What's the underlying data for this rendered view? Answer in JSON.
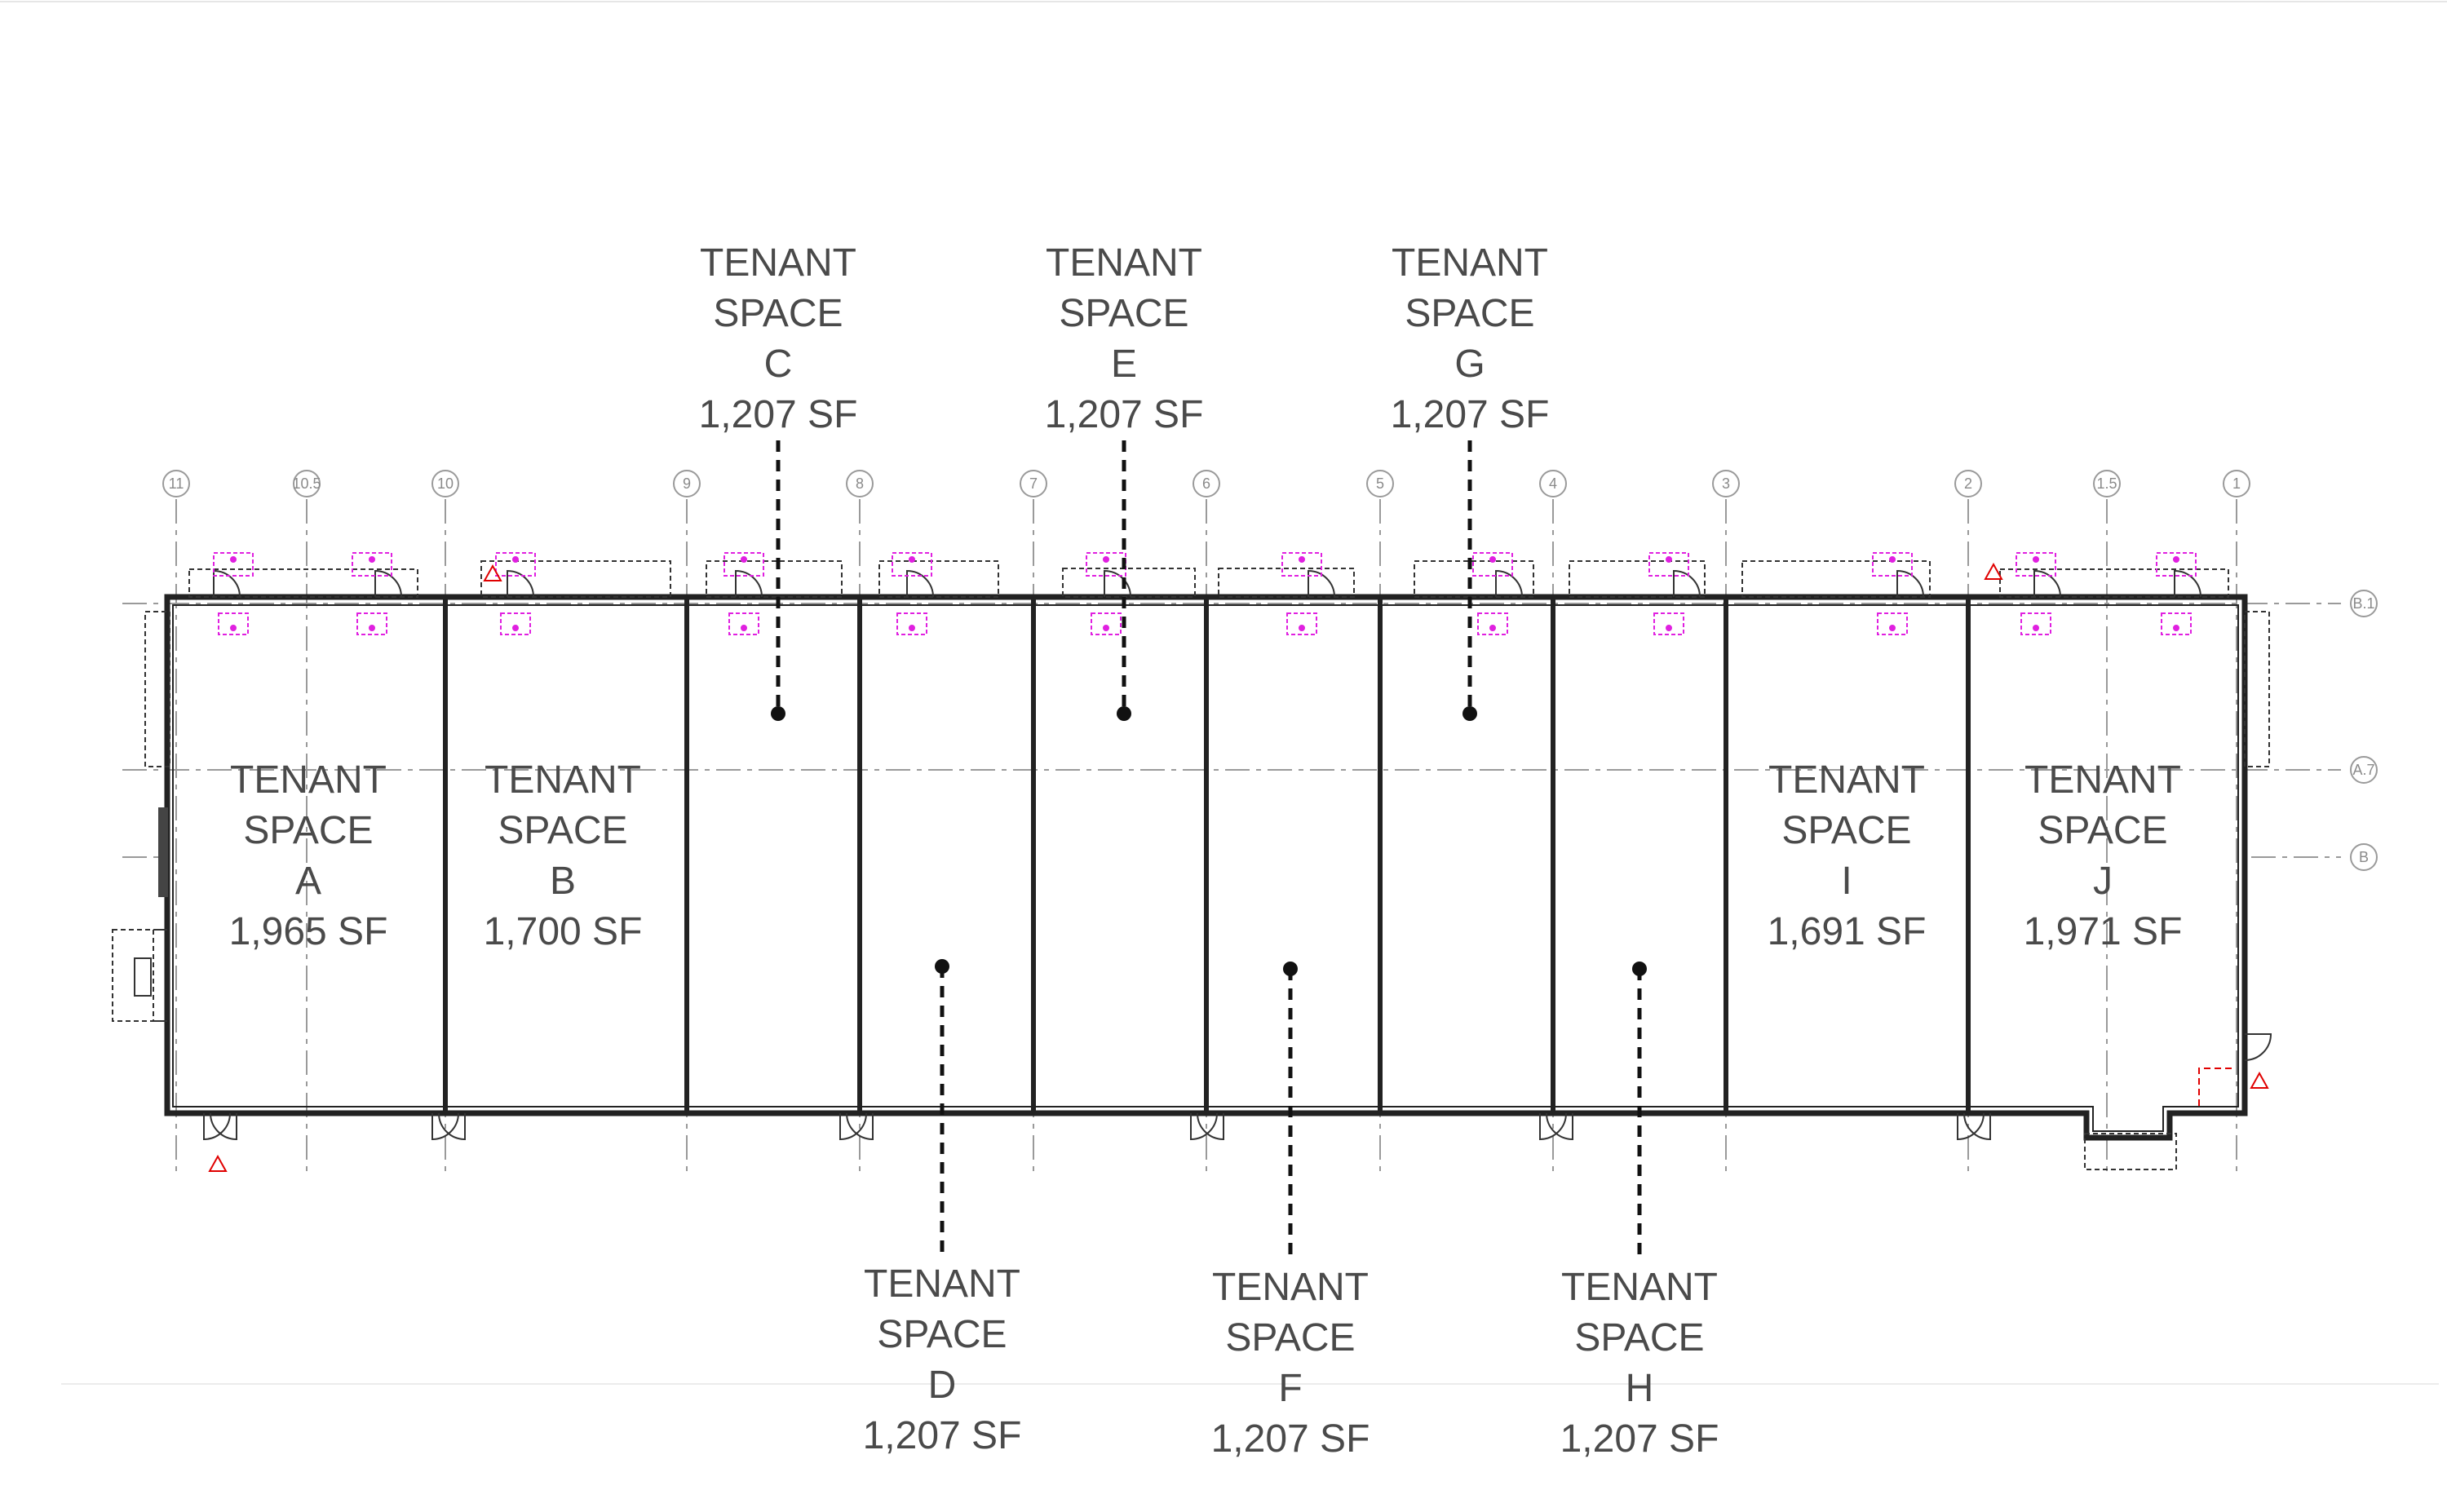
{
  "tenants": [
    {
      "id": "A",
      "l1": "TENANT",
      "l2": "SPACE",
      "l3": "A",
      "l4": "1,965 SF"
    },
    {
      "id": "B",
      "l1": "TENANT",
      "l2": "SPACE",
      "l3": "B",
      "l4": "1,700 SF"
    },
    {
      "id": "C",
      "l1": "TENANT",
      "l2": "SPACE",
      "l3": "C",
      "l4": "1,207 SF"
    },
    {
      "id": "D",
      "l1": "TENANT",
      "l2": "SPACE",
      "l3": "D",
      "l4": "1,207 SF"
    },
    {
      "id": "E",
      "l1": "TENANT",
      "l2": "SPACE",
      "l3": "E",
      "l4": "1,207 SF"
    },
    {
      "id": "F",
      "l1": "TENANT",
      "l2": "SPACE",
      "l3": "F",
      "l4": "1,207 SF"
    },
    {
      "id": "G",
      "l1": "TENANT",
      "l2": "SPACE",
      "l3": "G",
      "l4": "1,207 SF"
    },
    {
      "id": "H",
      "l1": "TENANT",
      "l2": "SPACE",
      "l3": "H",
      "l4": "1,207 SF"
    },
    {
      "id": "I",
      "l1": "TENANT",
      "l2": "SPACE",
      "l3": "I",
      "l4": "1,691 SF"
    },
    {
      "id": "J",
      "l1": "TENANT",
      "l2": "SPACE",
      "l3": "J",
      "l4": "1,971 SF"
    }
  ],
  "grid_columns": [
    "11",
    "10.5",
    "10",
    "9",
    "8",
    "7",
    "6",
    "5",
    "4",
    "3",
    "2",
    "1.5",
    "1"
  ],
  "grid_rows": [
    "B.1",
    "A.7",
    "B"
  ],
  "colors": {
    "wall": "#222222",
    "grid": "#9a9a9a",
    "door": "#333333",
    "fixture": "#e020e0",
    "marker": "#e00000",
    "text": "#4a4a4a",
    "leader": "#111111"
  }
}
